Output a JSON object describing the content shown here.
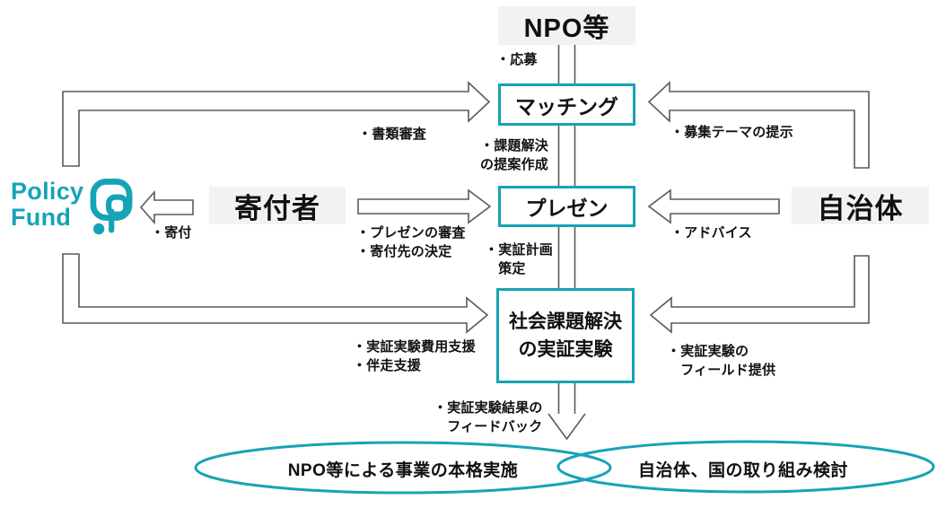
{
  "colors": {
    "teal": "#16a3b6",
    "header_bg": "#f2f2f2",
    "arrow_stroke": "#5a5a5a",
    "text": "#111111"
  },
  "logo": {
    "line1": "Policy",
    "line2": "Fund"
  },
  "actors": {
    "npo": "NPO等",
    "donor": "寄付者",
    "government": "自治体"
  },
  "stages": {
    "matching": "マッチング",
    "presentation": "プレゼン",
    "experiment": "社会課題解決\nの実証実験"
  },
  "labels": {
    "apply": "・応募",
    "document_screening": "・書類審査",
    "proposal_creation": "・課題解決\nの提案作成",
    "theme_presentation": "・募集テーマの提示",
    "donation": "・寄付",
    "presentation_review": "・プレゼンの審査\n・寄付先の決定",
    "experiment_plan": "・実証計画\n　策定",
    "advice": "・アドバイス",
    "cost_support": "・実証実験費用支援\n・伴走支援",
    "field_provision": "・実証実験の\n　フィールド提供",
    "feedback": "・実証実験結果の\n　フィードバック"
  },
  "outcomes": {
    "npo_business": "NPO等による事業の本格実施",
    "government_consideration": "自治体、国の取り組み検討"
  }
}
